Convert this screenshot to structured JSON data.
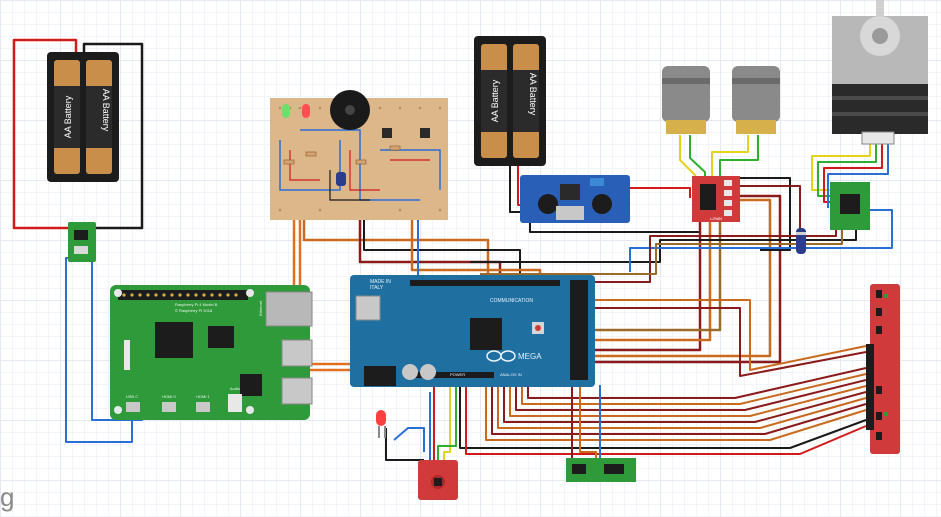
{
  "battery_label": "AA Battery",
  "raspberry_pi": {
    "model": "Raspberry Pi 4 Model B",
    "copyright": "© Raspberry Pi 2018",
    "port_labels": [
      "USB C",
      "HDMI 0",
      "HDMI 1",
      "Audio",
      "Ethernet"
    ]
  },
  "arduino": {
    "made_in": "MADE IN",
    "country": "ITALY",
    "comm_label": "COMMUNICATION",
    "power_label": "POWER",
    "analog_label": "ANALOG IN",
    "logo_text": "MEGA"
  },
  "motor_driver_label": "L298N",
  "watermark": "g"
}
